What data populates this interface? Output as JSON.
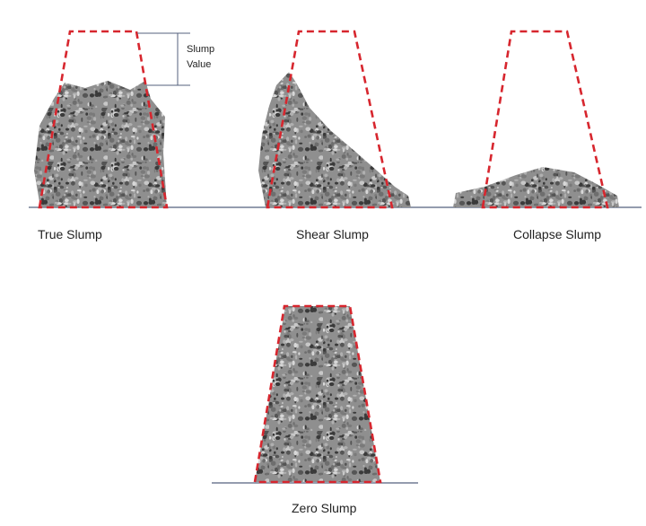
{
  "labels": {
    "true_slump": "True Slump",
    "shear_slump": "Shear Slump",
    "collapse_slump": "Collapse Slump",
    "zero_slump": "Zero Slump",
    "slump_value_line1": "Slump",
    "slump_value_line2": "Value"
  },
  "colors": {
    "cone_outline": "#d7262e",
    "ground_line": "#5a6a8a",
    "concrete": "#8e8e8e"
  }
}
